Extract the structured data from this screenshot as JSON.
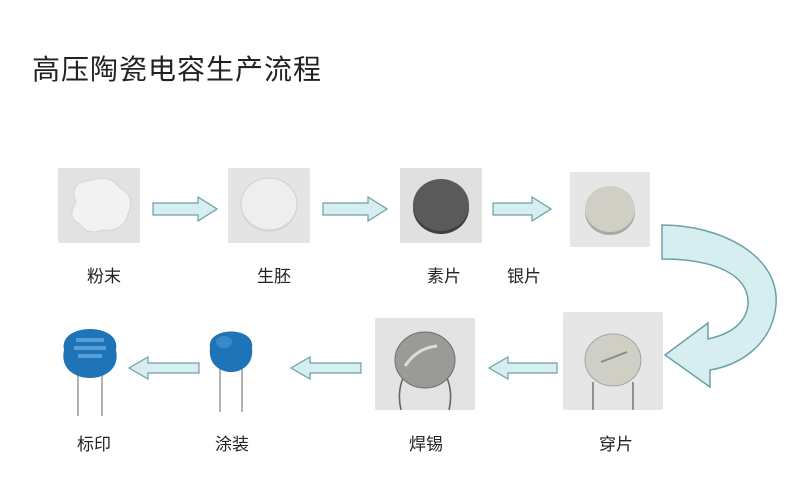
{
  "title": "高压陶瓷电容生产流程",
  "steps": [
    {
      "label": "粉末",
      "image": "powder"
    },
    {
      "label": "生胚",
      "image": "green-disc"
    },
    {
      "label": "素片",
      "image": "dark-disc"
    },
    {
      "label": "银片",
      "image": "silver-disc"
    },
    {
      "label": "穿片",
      "image": "leaded-disc"
    },
    {
      "label": "焊锡",
      "image": "soldered-disc"
    },
    {
      "label": "涂装",
      "image": "blue-capacitor"
    },
    {
      "label": "标印",
      "image": "marked-capacitor"
    }
  ],
  "colors": {
    "arrow_fill": "#d7eef0",
    "arrow_stroke": "#6aa0a8",
    "capacitor_blue": "#1f74b8"
  }
}
